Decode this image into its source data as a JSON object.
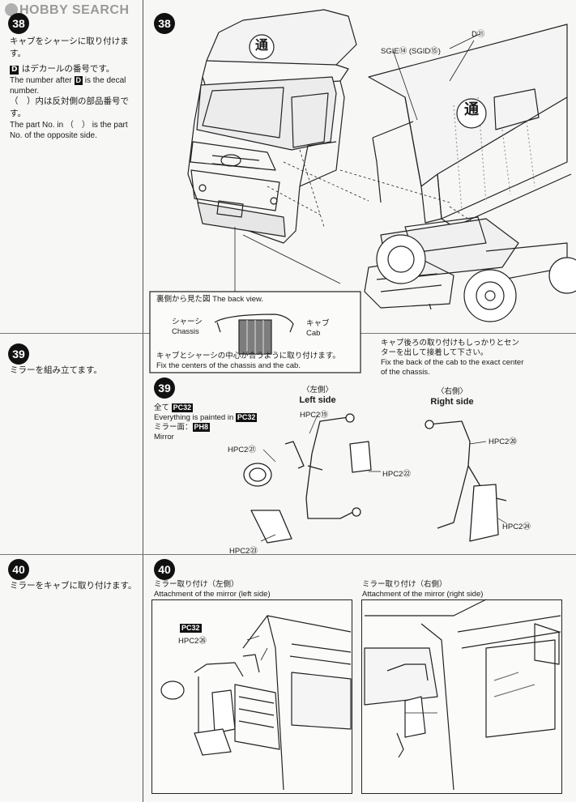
{
  "watermark": "HOBBY SEARCH",
  "steps": [
    {
      "number": "38",
      "side_jp": "キャブをシャーシに取り付けます。",
      "note_decal_jp": "はデカールの番号です。",
      "note_decal_en_pre": "The number after",
      "note_decal_en_post": "is the decal number.",
      "note_opposite_jp": "（　）内は反対側の部品番号です。",
      "note_opposite_en": "The part No. in （　） is the part No. of the opposite side.",
      "decal_symbol": "D",
      "decal_label": "D⑪",
      "parts_label": "SGIE⑭ (SGID⑮)",
      "inset_title": "裏側から見た図 The back view.",
      "inset_chassis_jp": "シャーシ",
      "inset_chassis_en": "Chassis",
      "inset_cab_jp": "キャブ",
      "inset_cab_en": "Cab",
      "inset_note_jp": "キャブとシャーシの中心が合うように取り付けます。",
      "inset_note_en": "Fix the centers of the chassis and the cab.",
      "right_note_jp": "キャブ後ろの取り付けもしっかりとセンターを出して接着して下さい。",
      "right_note_en": "Fix the back of the cab to the exact center of the chassis."
    },
    {
      "number": "39",
      "side_jp": "ミラーを組み立てます。",
      "left_jp": "〈左側〉",
      "left_en": "Left side",
      "right_jp": "〈右側〉",
      "right_en": "Right side",
      "paint_jp": "全て",
      "paint_en": "Everything is painted in",
      "paint_code": "PC32",
      "mirror_jp": "ミラー面：",
      "mirror_code": "PH8",
      "mirror_en": "Mirror",
      "parts": [
        "HPC2⑲",
        "HPC2㉑",
        "HPC2㉒",
        "HPC2㉓",
        "HPC2⑳",
        "HPC2㉔"
      ]
    },
    {
      "number": "40",
      "side_jp": "ミラーをキャブに取り付けます。",
      "left_caption_jp": "ミラー取り付け（左側）",
      "left_caption_en": "Attachment of the mirror (left side)",
      "right_caption_jp": "ミラー取り付け（右側）",
      "right_caption_en": "Attachment of the mirror (right side)",
      "paint_code": "PC32",
      "part": "HPC2㉖"
    }
  ],
  "cab_emblem": "通"
}
